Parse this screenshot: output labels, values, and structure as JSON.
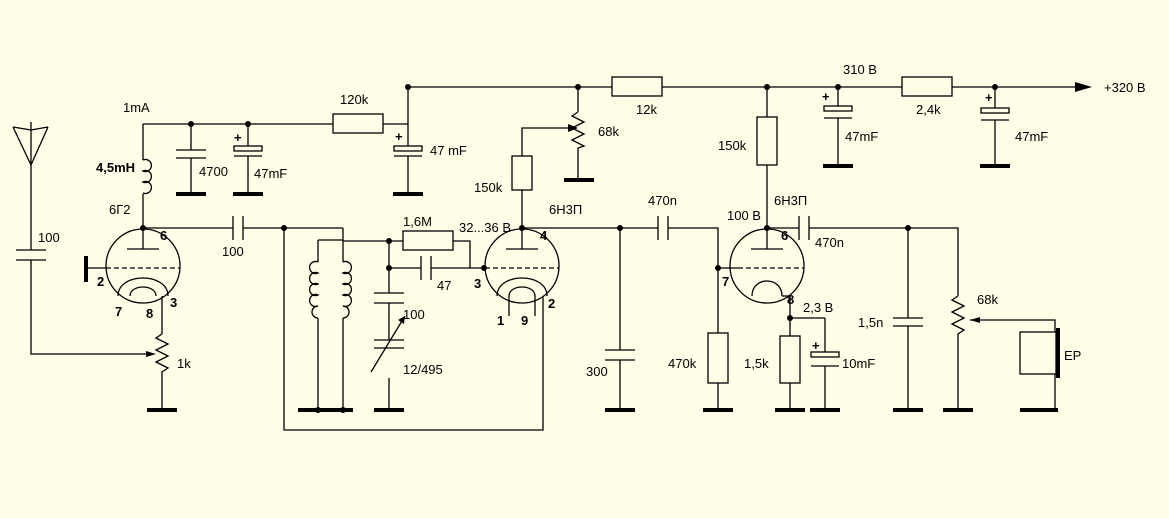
{
  "supply": {
    "plus320": "+320 В",
    "v310": "310 В"
  },
  "voltages": {
    "grid_v2": "32...36 В",
    "anode_v3": "100 В",
    "cathode_v3": "2,3 В"
  },
  "tubes": {
    "v1_type": "6Г2",
    "v2_type": "6Н3П",
    "v3_type": "6Н3П"
  },
  "currents": {
    "i1": "1mA"
  },
  "components": {
    "c_ant": "100",
    "r_ant_pot": "1k",
    "l_plate": "4,5mH",
    "c4700": "4700",
    "c47mf_a": "47mF",
    "r120k": "120k",
    "c47mf_b": "47 mF",
    "r12k": "12k",
    "pot68k_a": "68k",
    "r150k_a": "150k",
    "r150k_b": "150k",
    "r2_4k": "2,4k",
    "c47mf_c": "47mF",
    "c47mf_d": "47mF",
    "c100_coupling": "100",
    "r1_6m": "1,6M",
    "c47": "47",
    "c100_tank": "100",
    "cvar": "12/495",
    "c470n_a": "470n",
    "c300": "300",
    "r470k": "470k",
    "c470n_b": "470n",
    "r1_5k": "1,5k",
    "c10mf": "10mF",
    "c1_5n": "1,5n",
    "pot68k_b": "68k",
    "ep": "EP"
  },
  "pins": {
    "v1_p6": "6",
    "v1_p2": "2",
    "v1_p3": "3",
    "v1_p7": "7",
    "v1_p8": "8",
    "v2_p4": "4",
    "v2_p3": "3",
    "v2_p1": "1",
    "v2_p9": "9",
    "v2_p2": "2",
    "v3_p6": "6",
    "v3_p7": "7",
    "v3_p8": "8"
  }
}
